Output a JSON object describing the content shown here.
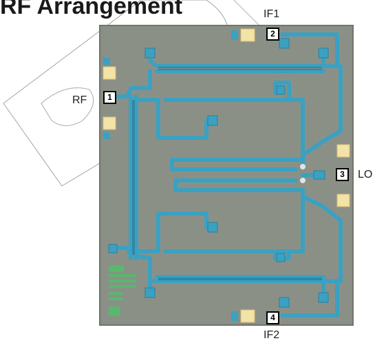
{
  "title": "RF Arrangement",
  "colors": {
    "die": "#8a8f86",
    "die_edge": "#6f746c",
    "trace": "#3aa1c2",
    "trace_dark": "#2a7f9c",
    "pad": "#f4e3a6",
    "pad_edge": "#d6bf74",
    "green_text": "#4fc06a"
  },
  "ports": [
    {
      "name": "RF",
      "pin": "1"
    },
    {
      "name": "IF1",
      "pin": "2"
    },
    {
      "name": "LO",
      "pin": "3"
    },
    {
      "name": "IF2",
      "pin": "4"
    }
  ]
}
